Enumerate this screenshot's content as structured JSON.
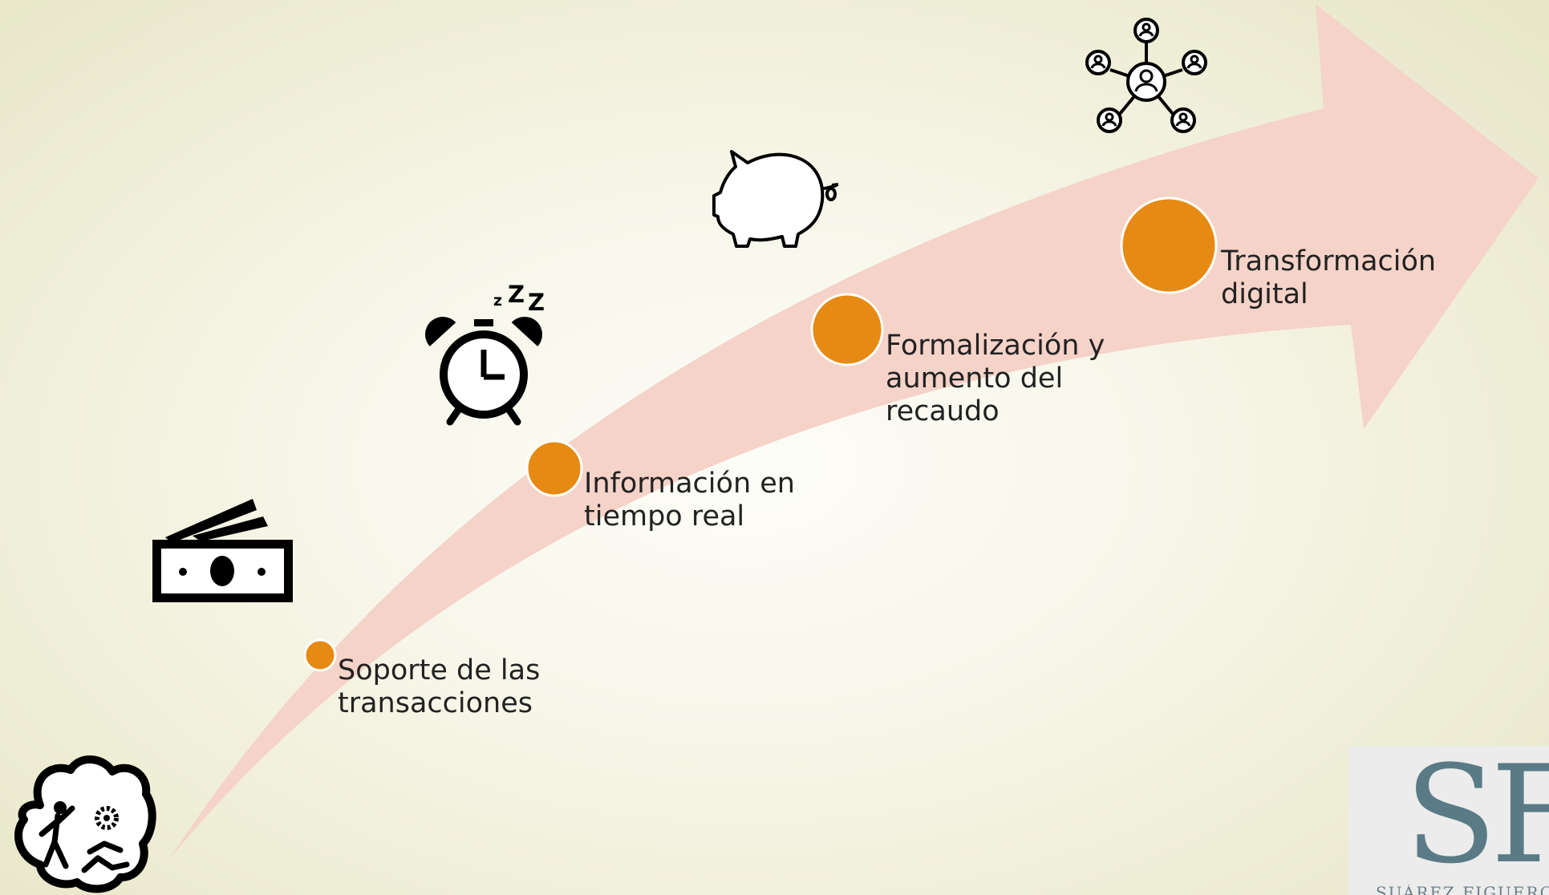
{
  "colors": {
    "arrow": "#f5d3c8",
    "milestone": "#e68a14",
    "milestone_outline": "#ffffff",
    "icon": "#000000",
    "text": "#222222",
    "logo_text": "#5a7b86"
  },
  "milestones": [
    {
      "lines": [
        "Soporte de las",
        "transacciones"
      ],
      "icon": "money-icon"
    },
    {
      "lines": [
        "Información en",
        "tiempo real"
      ],
      "icon": "alarm-clock-icon"
    },
    {
      "lines": [
        "Formalización y",
        "aumento del",
        "recaudo"
      ],
      "icon": "piggy-bank-icon"
    },
    {
      "lines": [
        "Transformación",
        "digital"
      ],
      "icon": "network-icon"
    }
  ],
  "corner_icon": "people-hands-icon",
  "logo": {
    "text": "SF",
    "subtitle": "SUÁREZ FIGUEROA"
  }
}
